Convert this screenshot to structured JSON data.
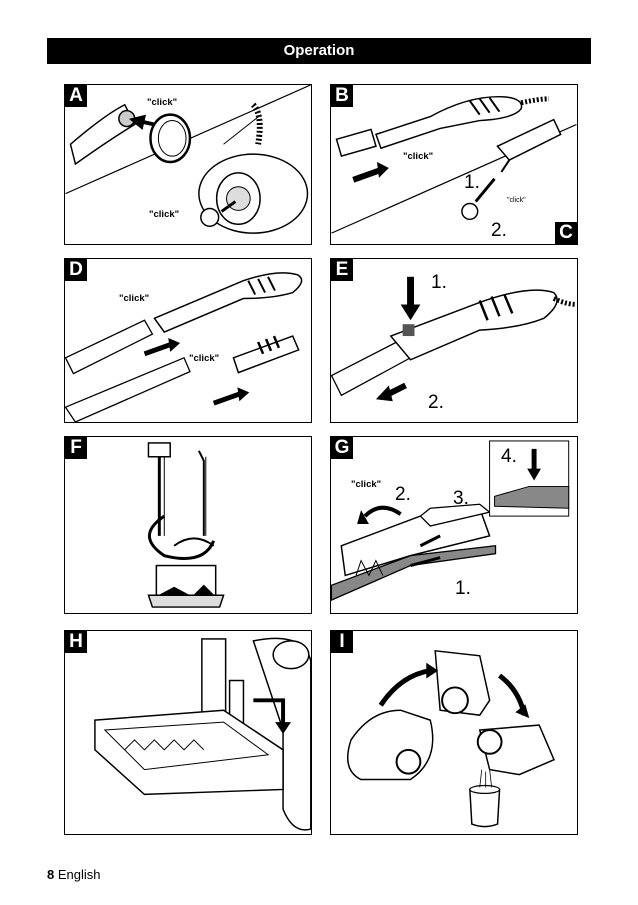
{
  "header": {
    "title": "Operation"
  },
  "panels": {
    "A": {
      "label": "A",
      "clicks": [
        "\"click\"",
        "\"click\""
      ]
    },
    "B": {
      "label": "B",
      "clicks": [
        "\"click\"",
        "\"click\""
      ],
      "steps": [
        "1.",
        "2."
      ]
    },
    "C": {
      "label": "C"
    },
    "D": {
      "label": "D",
      "clicks": [
        "\"click\"",
        "\"click\""
      ]
    },
    "E": {
      "label": "E",
      "steps": [
        "1.",
        "2."
      ]
    },
    "F": {
      "label": "F"
    },
    "G": {
      "label": "G",
      "clicks": [
        "\"click\""
      ],
      "steps": [
        "1.",
        "2.",
        "3.",
        "4."
      ]
    },
    "H": {
      "label": "H"
    },
    "I": {
      "label": "I"
    }
  },
  "footer": {
    "page_number": "8",
    "language": "English"
  }
}
